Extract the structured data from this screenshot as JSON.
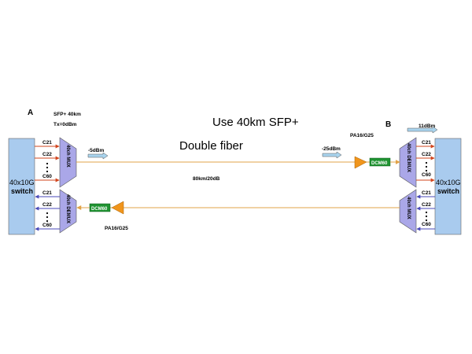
{
  "site_a": "A",
  "site_b": "B",
  "sfp_label": "SFP+ 40km",
  "tx_label": "Tx=0dBm",
  "main_title": "Use 40km SFP+",
  "fiber_label": "Double fiber",
  "link_label": "80km/20dB",
  "power_a_out": "-5dBm",
  "power_b_in": "-25dBm",
  "power_b_out": "11dBm",
  "amp_label_b": "PA16/G25",
  "amp_label_a": "PA16/G25",
  "dcm_label": "DCM60",
  "switch_name": "40x10G",
  "switch_word": "switch",
  "mux_a_top": "40ch MUX",
  "mux_a_bottom": "40ch DEMUX",
  "mux_b_top": "40ch DEMUX",
  "mux_b_bottom": "40ch MUX",
  "ch_first": "C21",
  "ch_second": "C22",
  "ch_last": "C60",
  "colors": {
    "switch_fill": "#a9cbee",
    "mux_fill": "#aaa7e8",
    "tx_line": "#d2451e",
    "rx_line": "#4a4ab8",
    "fiber_line": "#e2a348",
    "amp_fill": "#f0951c",
    "dcm_fill": "#1f9331",
    "arrow_fill": "#a9d4ee"
  }
}
